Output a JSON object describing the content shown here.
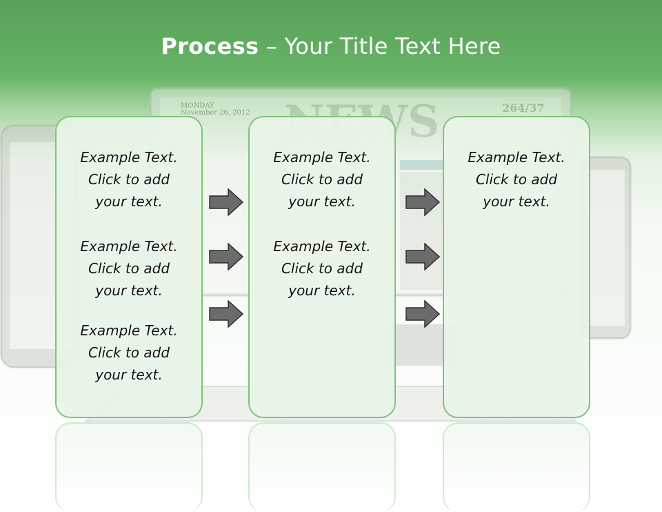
{
  "title": {
    "bold": "Process",
    "rest": " – Your Title Text Here"
  },
  "background": {
    "newspaper_masthead": "NEWS",
    "issue_number": "264/37",
    "date_day": "MONDAY",
    "date": "November 26, 2012"
  },
  "colors": {
    "header_green": "#66b466",
    "panel_border": "#7dc47a",
    "arrow_fill": "#6b6b6b"
  },
  "panels": [
    {
      "items": [
        {
          "line1": "Example Text.",
          "line2": "Click  to add",
          "line3": "your text."
        },
        {
          "line1": "Example Text.",
          "line2": "Click  to add",
          "line3": "your text."
        },
        {
          "line1": "Example Text.",
          "line2": "Click  to add",
          "line3": "your text."
        }
      ]
    },
    {
      "items": [
        {
          "line1": "Example Text.",
          "line2": "Click  to add",
          "line3": "your text."
        },
        {
          "line1": "Example Text.",
          "line2": "Click  to add",
          "line3": "your text."
        }
      ]
    },
    {
      "items": [
        {
          "line1": "Example Text.",
          "line2": "Click  to add",
          "line3": "your text."
        }
      ]
    }
  ]
}
